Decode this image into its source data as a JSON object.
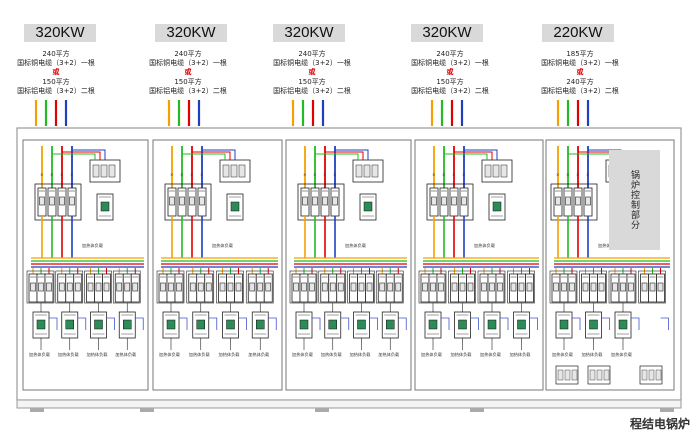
{
  "sections": [
    {
      "power": "320KW",
      "spec_line1": "240平方",
      "spec_line2": "国标铜电缆（3+2）一根",
      "or": "或",
      "spec_line3": "150平方",
      "spec_line4": "国标铝电缆（3+2）二根"
    },
    {
      "power": "320KW",
      "spec_line1": "240平方",
      "spec_line2": "国标铜电缆（3+2）一根",
      "or": "或",
      "spec_line3": "150平方",
      "spec_line4": "国标铝电缆（3+2）二根"
    },
    {
      "power": "320KW",
      "spec_line1": "240平方",
      "spec_line2": "国标铜电缆（3+2）一根",
      "or": "或",
      "spec_line3": "150平方",
      "spec_line4": "国标铝电缆（3+2）二根"
    },
    {
      "power": "320KW",
      "spec_line1": "240平方",
      "spec_line2": "国标铜电缆（3+2）一根",
      "or": "或",
      "spec_line3": "150平方",
      "spec_line4": "国标铝电缆（3+2）二根"
    },
    {
      "power": "220KW",
      "spec_line1": "185平方",
      "spec_line2": "国标铜电缆（3+2）一根",
      "or": "或",
      "spec_line3": "240平方",
      "spec_line4": "国标铝电缆（3+2）二根"
    }
  ],
  "control_label": "加热体负载",
  "load_label": "加热体负载",
  "boiler_control": "锅炉控制部分",
  "watermark": "程结电锅炉",
  "wire_colors": [
    "#f5a000",
    "#22bb22",
    "#e00000",
    "#1f3fbf",
    "#aaaaaa"
  ]
}
